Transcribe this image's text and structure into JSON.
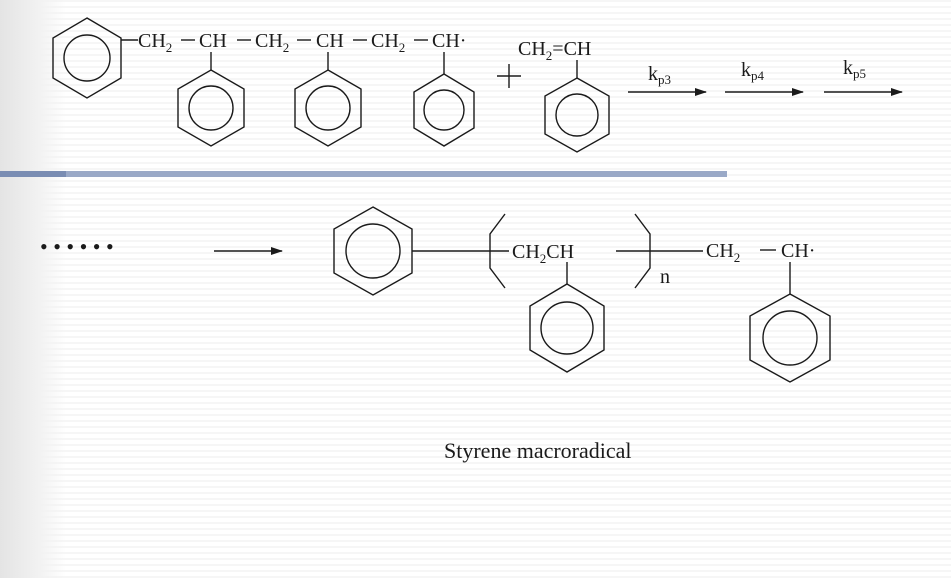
{
  "reaction_top": {
    "chain_segments": [
      "CH",
      "2",
      "CH",
      "CH",
      "2",
      "CH",
      "CH",
      "2",
      "CH·"
    ],
    "plus": "+",
    "monomer": {
      "ch2": "CH",
      "sub": "2",
      "eq": "=",
      "ch": "CH"
    },
    "rate_constants": [
      {
        "k": "k",
        "sub": "p3"
      },
      {
        "k": "k",
        "sub": "p4"
      },
      {
        "k": "k",
        "sub": "p5"
      }
    ]
  },
  "reaction_bottom": {
    "dots": "• • • • • •",
    "repeat_unit": {
      "ch2": "CH",
      "sub": "2",
      "ch": "CH"
    },
    "repeat_index": "n",
    "end_group": {
      "ch2": "CH",
      "sub": "2",
      "dash": "−",
      "ch": "CH·"
    }
  },
  "caption": "Styrene macroradical"
}
